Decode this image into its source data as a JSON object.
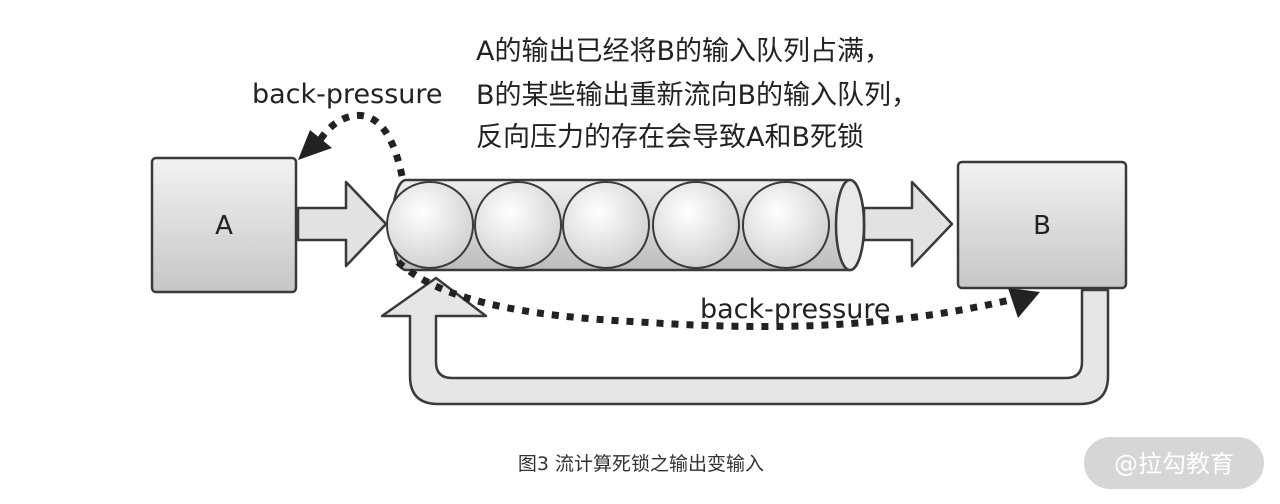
{
  "boxes": {
    "a_label": "A",
    "b_label": "B"
  },
  "back_pressure": {
    "top_label": "back-pressure",
    "bottom_label": "back-pressure"
  },
  "note_lines": [
    "A的输出已经将B的输入队列占满，",
    "B的某些输出重新流向B的输入队列，",
    "反向压力的存在会导致A和B死锁"
  ],
  "caption": "图3 流计算死锁之输出变输入",
  "watermark": "@拉勾教育",
  "colors": {
    "box_fill": "#d9d9d9",
    "stroke": "#3a3a3a",
    "arrow_fill": "#e2e2e2",
    "watermark_bg": "#d6d6d6"
  }
}
